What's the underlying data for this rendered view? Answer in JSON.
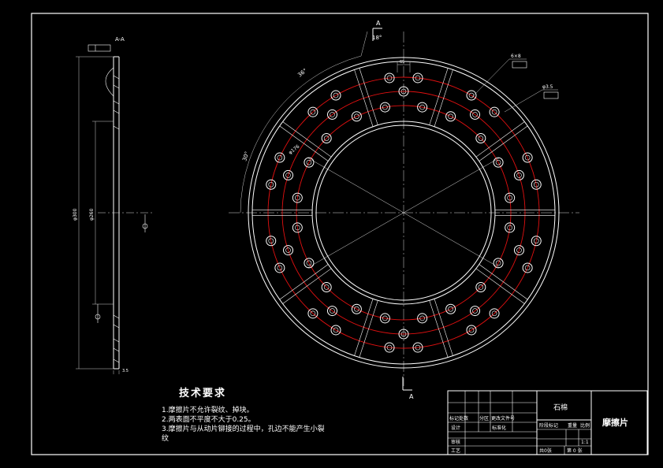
{
  "section_label_top": "A",
  "section_label_bottom": "A",
  "section_view_label": "A-A",
  "dimensions": {
    "angle_left_small": "30°",
    "angle_left_large": "36°",
    "angle_top": "18°",
    "chord_top": "65",
    "hole_callout_count": "6×8",
    "hole_callout_spec": "φ3.5",
    "outer_diameter": "φ300",
    "inner_diameter": "φ260",
    "bore_label": "φ176",
    "thickness": "3.5",
    "side_overall": "φ300",
    "side_inner": "φ260"
  },
  "technical_requirements": {
    "title": "技术要求",
    "items": [
      "1.摩擦片不允许裂纹、掉块。",
      "2.两表面不平度不大于0.25。",
      "3.摩擦片与从动片铆接的过程中，孔边不能产生小裂",
      "纹"
    ]
  },
  "title_block": {
    "material": "石棉",
    "part_name": "摩擦片",
    "stage_label": "阶段标记",
    "weight_label": "重量",
    "scale_label": "比例",
    "scale_value": "1:1",
    "sheets_total": "共0张",
    "sheet_no": "第 0 张",
    "rows": [
      {
        "left": "标记处数",
        "mid": "分区",
        "right": "更改文件号"
      },
      {
        "left": "设计",
        "mid": "",
        "right": "标准化"
      },
      {
        "left": "审核",
        "mid": "",
        "right": ""
      },
      {
        "left": "工艺",
        "mid": "",
        "right": ""
      }
    ]
  }
}
